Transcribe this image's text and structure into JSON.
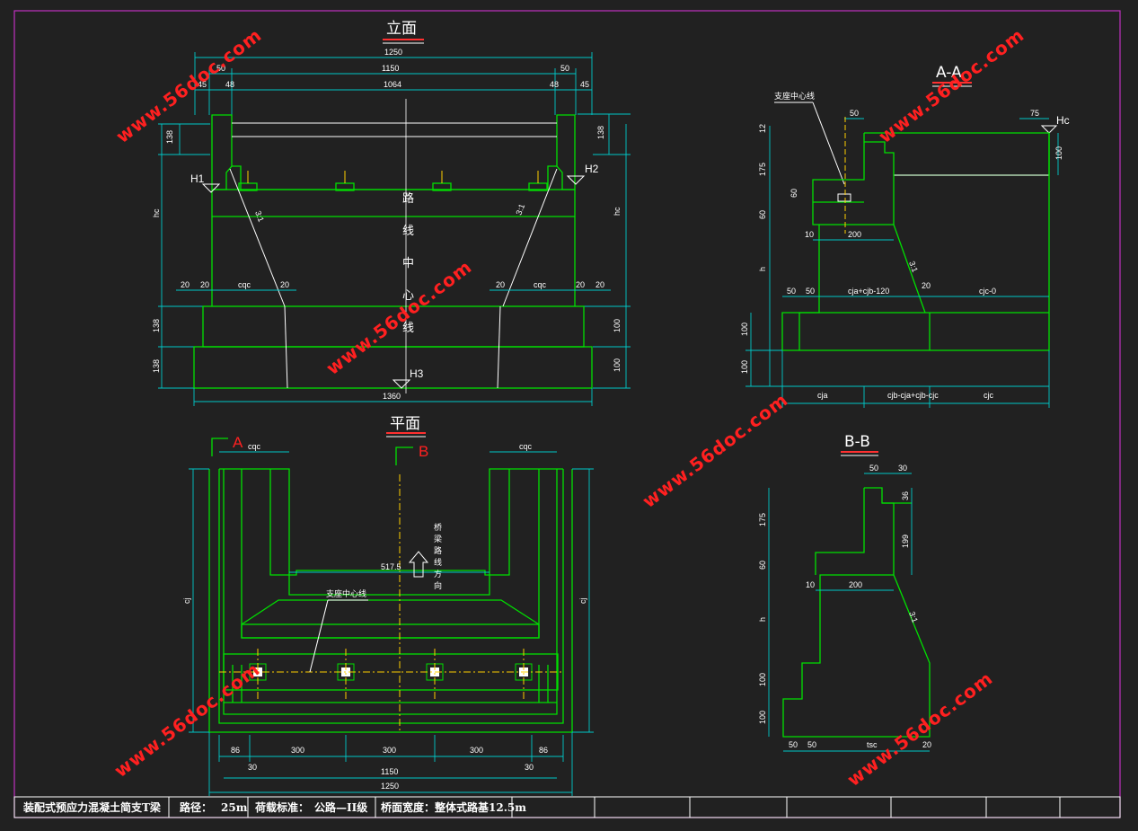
{
  "views": {
    "elevation": {
      "title": "立面",
      "dims_top": [
        "1250",
        "1150",
        "1064",
        "50",
        "50",
        "45",
        "48",
        "48",
        "45"
      ],
      "dims_left": [
        "138",
        "hc",
        "138",
        "138"
      ],
      "dims_right": [
        "138",
        "hc",
        "100",
        "100"
      ],
      "dims_mid": [
        "20",
        "20",
        "cqc",
        "20",
        "20",
        "cqc",
        "20",
        "20"
      ],
      "dim_bottom": "1360",
      "slope_left": "3:1",
      "slope_right": "3:1",
      "labels": {
        "h1": "H1",
        "h2": "H2",
        "h3": "H3"
      },
      "centerline_text": "路线中心线"
    },
    "plan": {
      "title": "平面",
      "section_a": "A",
      "section_b": "B",
      "dims_top": [
        "cqc",
        "cqc"
      ],
      "dim_inner": "517.5",
      "bearing_line": "支座中心线",
      "bridge_dir": "桥梁路线方向",
      "dims_side": [
        "cj",
        "cj"
      ],
      "dims_bottom_1": [
        "86",
        "300",
        "300",
        "300",
        "86"
      ],
      "dims_bottom_2": [
        "30",
        "30"
      ],
      "dim_1150": "1150",
      "dim_1250": "1250"
    },
    "section_aa": {
      "title": "A-A",
      "bearing_line": "支座中心线",
      "dims_top": [
        "50",
        "75"
      ],
      "hc_label": "Hc",
      "dims_left": [
        "12",
        "175",
        "60",
        "60",
        "h",
        "100",
        "100"
      ],
      "dim_right": "100",
      "dims_mid": [
        "10",
        "200"
      ],
      "slope": "3:1",
      "dims_row": [
        "50",
        "50",
        "cja+cjb-120",
        "20",
        "cjc-0"
      ],
      "dims_bottom": [
        "cja",
        "cjb-cja+cjb-cjc",
        "cjc"
      ]
    },
    "section_bb": {
      "title": "B-B",
      "dims_top": [
        "50",
        "30"
      ],
      "dims_right": [
        "36",
        "199"
      ],
      "dims_left": [
        "175",
        "60",
        "h",
        "100",
        "100"
      ],
      "dims_mid": [
        "10",
        "200"
      ],
      "slope": "3:1",
      "dims_bottom": [
        "50",
        "50",
        "tsc",
        "20"
      ]
    }
  },
  "watermark": "www.56doc.com",
  "title_block": {
    "name": "装配式预应力混凝土简支T梁",
    "span_label": "路径：",
    "span_value": "25m",
    "load_label": "荷载标准：",
    "load_value": "公路—II级",
    "width_label": "桥面宽度：整体式路基12.5m"
  },
  "colors": {
    "frame": "#c030c0",
    "structure": "#00e000",
    "dimension": "#00c8c8",
    "centerline": "#ffd000",
    "label_red": "#ff2020",
    "background": "#212121"
  }
}
